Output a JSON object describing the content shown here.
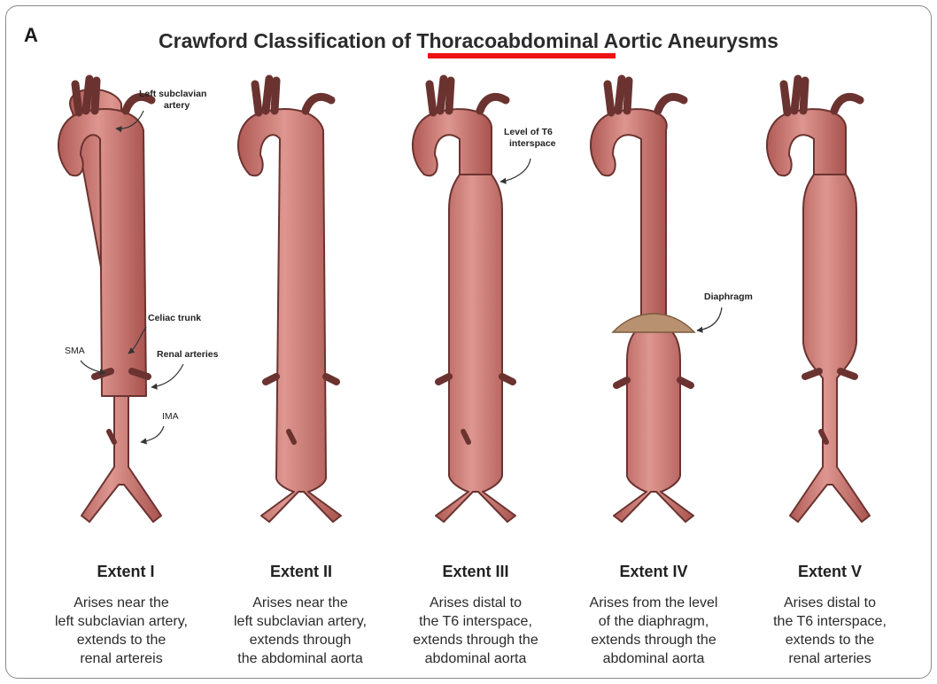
{
  "panel_letter": "A",
  "title": "Crawford Classification of Thoracoabdominal Aortic Aneurysms",
  "colors": {
    "aorta_fill": "#c76f69",
    "aorta_stroke": "#6b3330",
    "diaphragm": "#b89170",
    "title_underline": "#ef1010"
  },
  "callouts": {
    "left_subclavian_1": "Left subclavian",
    "left_subclavian_2": "artery",
    "celiac_trunk": "Celiac trunk",
    "sma": "SMA",
    "renal_arteries": "Renal arteries",
    "ima": "IMA",
    "t6_1": "Level of T6",
    "t6_2": "interspace",
    "diaphragm": "Diaphragm"
  },
  "extents": [
    {
      "name": "Extent I",
      "lines": [
        "Arises near the",
        "left subclavian artery,",
        "extends to the",
        "renal artereis"
      ]
    },
    {
      "name": "Extent II",
      "lines": [
        "Arises near the",
        "left subclavian artery,",
        "extends through",
        "the abdominal aorta"
      ]
    },
    {
      "name": "Extent III",
      "lines": [
        "Arises distal to",
        "the T6 interspace,",
        "extends through the",
        "abdominal aorta"
      ]
    },
    {
      "name": "Extent IV",
      "lines": [
        "Arises from the level",
        "of the diaphragm,",
        "extends through the",
        "abdominal aorta"
      ]
    },
    {
      "name": "Extent V",
      "lines": [
        "Arises distal to",
        "the T6 interspace,",
        "extends to the",
        "renal arteries"
      ]
    }
  ]
}
